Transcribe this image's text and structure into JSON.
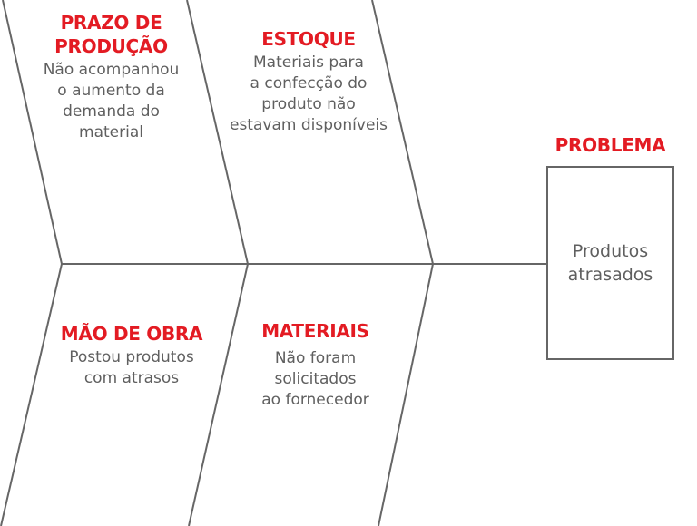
{
  "diagram": {
    "type": "ishikawa-fishbone",
    "colors": {
      "category": "#e31b23",
      "text": "#5f5f5f",
      "lines": "#666666",
      "background": "#ffffff"
    },
    "problem": {
      "label": "PROBLEMA",
      "text_line1": "Produtos",
      "text_line2": "atrasados"
    },
    "causes": [
      {
        "category_line1": "PRAZO DE",
        "category_line2": "PRODUÇÃO",
        "desc": [
          "Não acompanhou",
          "o aumento da",
          "demanda do",
          "material"
        ]
      },
      {
        "category_line1": "ESTOQUE",
        "desc": [
          "Materiais para",
          "a confecção do",
          "produto não",
          "estavam disponíveis"
        ]
      },
      {
        "category_line1": "MÃO DE OBRA",
        "desc": [
          "Postou produtos",
          "com atrasos"
        ]
      },
      {
        "category_line1": "MATERIAIS",
        "desc": [
          "Não foram",
          "solicitados",
          "ao fornecedor"
        ]
      }
    ]
  }
}
